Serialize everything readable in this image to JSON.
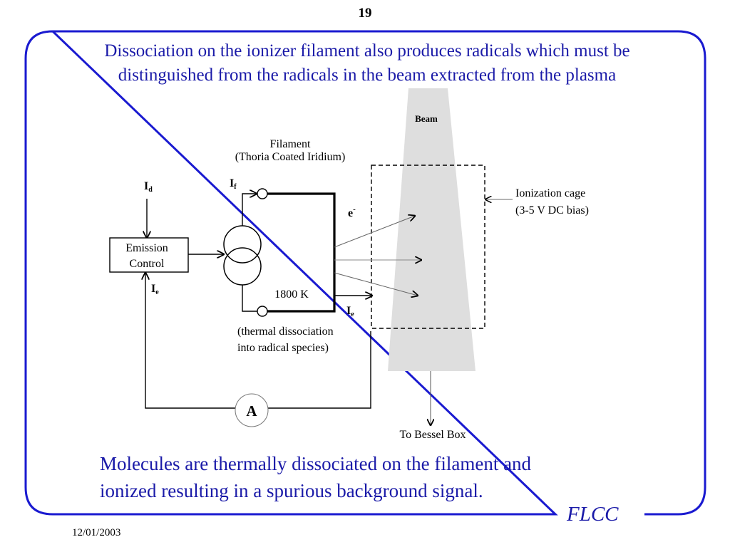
{
  "slide": {
    "page_number": "19",
    "title_line1": "Dissociation on the ionizer filament also produces radicals which must be",
    "title_line2": "distinguished from the radicals in the beam extracted from the plasma",
    "caption_line1": "Molecules are thermally dissociated on the filament and",
    "caption_line2": "ionized resulting in a spurious background signal.",
    "logo": "FLCC",
    "date": "12/01/2003",
    "accent_color": "#1a1aa8"
  },
  "diagram": {
    "beam_label": "Beam",
    "filament_label": "Filament",
    "filament_material": "(Thoria Coated Iridium)",
    "id_label": "I",
    "id_sub": "d",
    "if_label": "I",
    "if_sub": "f",
    "ie_label": "I",
    "ie_sub": "e",
    "electron_label": "e",
    "electron_sup": "-",
    "emission_control_line1": "Emission",
    "emission_control_line2": "Control",
    "temperature": "1800 K",
    "thermal_note_line1": "(thermal dissociation",
    "thermal_note_line2": "into radical species)",
    "cage_label_line1": "Ionization cage",
    "cage_label_line2": "(3-5 V DC bias)",
    "ammeter_label": "A",
    "output_label": "To Bessel Box"
  }
}
